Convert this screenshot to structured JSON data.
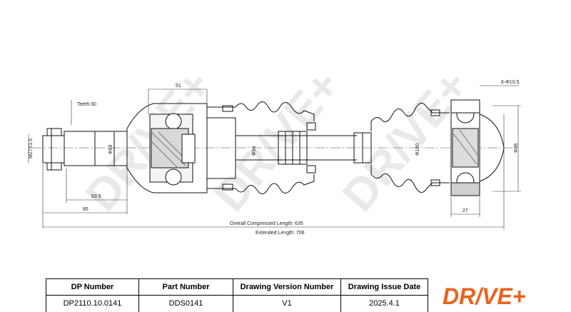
{
  "drawing": {
    "dimensions": {
      "top_width": "51",
      "teeth": "Teeth:30",
      "thread": "M27X1.5",
      "shaft_dia_left": "Φ69",
      "boot_dia": "Φ94",
      "outer_dia": "Φ100",
      "flange_dia": "Φ86",
      "bolts": "6-Φ10.5",
      "len_635": "63.5",
      "len_85": "85",
      "flange_width": "27",
      "overall_length": "Overall  Compressed  Length: 635",
      "extended_length": "Extended  Length: 706"
    },
    "watermark": "DR/VE+"
  },
  "title_block": {
    "columns": [
      {
        "header": "DP Number",
        "value": "DP2110.10.0141"
      },
      {
        "header": "Part Number",
        "value": "DDS0141"
      },
      {
        "header": "Drawing Version Number",
        "value": "V1"
      },
      {
        "header": "Drawing Issue Date",
        "value": "2025.4.1"
      }
    ]
  },
  "brand": {
    "logo_text": "DR/VE+",
    "color": "#e8641e"
  }
}
